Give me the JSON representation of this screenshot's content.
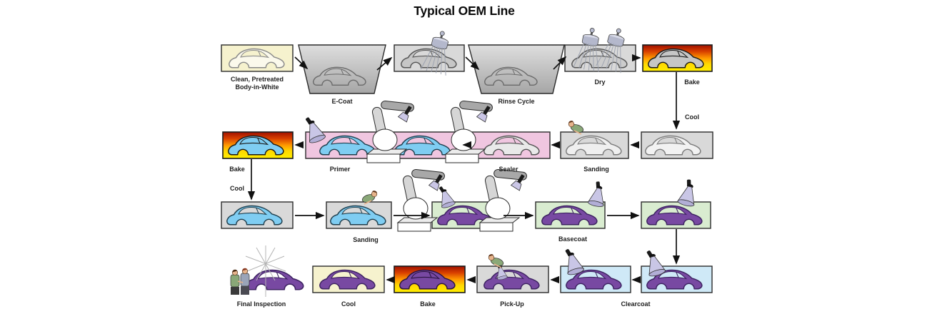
{
  "title": "Typical OEM Line",
  "labels": {
    "biw_line1": "Clean, Pretreated",
    "biw_line2": "Body-in-White",
    "ecoat": "E-Coat",
    "rinse": "Rinse Cycle",
    "dry": "Dry",
    "bake1": "Bake",
    "cool1": "Cool",
    "sanding1": "Sanding",
    "sealer": "Sealer",
    "primer": "Primer",
    "bake2": "Bake",
    "cool2": "Cool",
    "sanding2": "Sanding",
    "basecoat": "Basecoat",
    "clearcoat": "Clearcoat",
    "pickup": "Pick-Up",
    "bake3": "Bake",
    "cool3": "Cool",
    "final_inspection": "Final Inspection"
  },
  "colors": {
    "box_gray": "#d9d9d9",
    "box_cream": "#f6f2ce",
    "box_pink": "#f0c6e0",
    "box_green": "#d9ecd0",
    "box_blue": "#cfe9f7",
    "bake_gradient_top": "#a01000",
    "bake_gradient_bottom": "#ffee00",
    "car_blue": "#7fcdf2",
    "car_purple": "#7849a2"
  },
  "icons": {
    "shower": "shower-head-icon",
    "spray_gun": "spray-gun-icon",
    "robot": "robot-arm-icon",
    "sander": "worker-sanding-icon",
    "inspectors": "inspectors-icon",
    "starburst": "inspection-light-icon"
  }
}
